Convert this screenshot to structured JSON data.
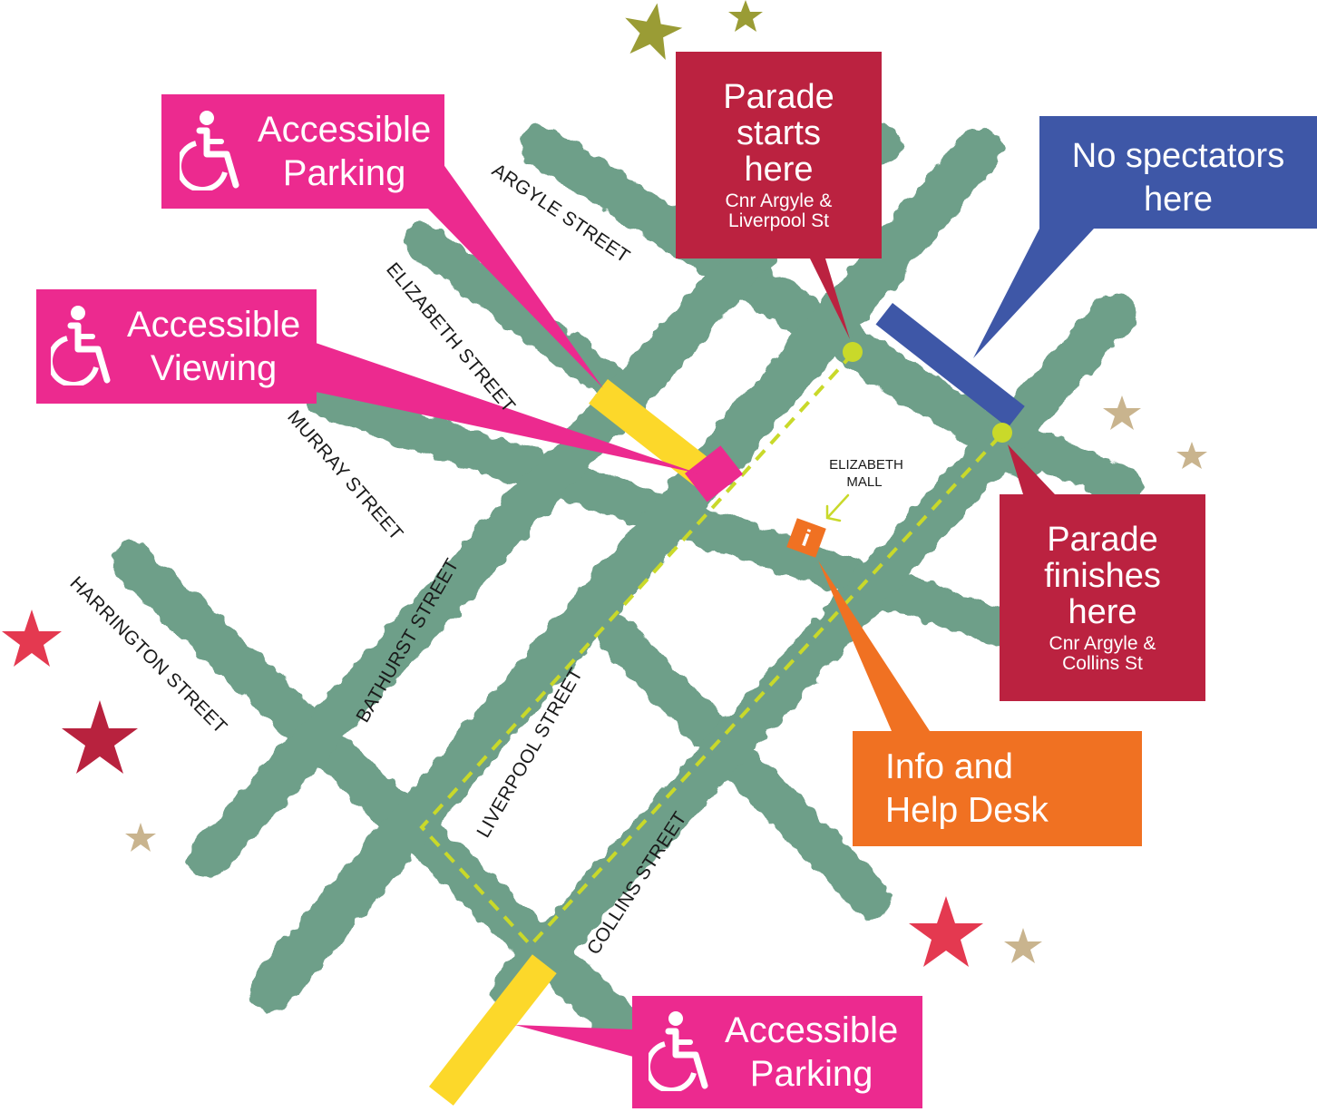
{
  "streets": {
    "argyle": "ARGYLE STREET",
    "elizabeth": "ELIZABETH STREET",
    "murray": "MURRAY STREET",
    "harrington": "HARRINGTON STREET",
    "bathurst": "BATHURST STREET",
    "liverpool": "LIVERPOOL STREET",
    "collins": "COLLINS STREET"
  },
  "elizabeth_mall": {
    "line1": "ELIZABETH",
    "line2": "MALL"
  },
  "info_marker": "i",
  "callouts": {
    "accessible_parking_top": {
      "line1": "Accessible",
      "line2": "Parking",
      "icon": "wheelchair-icon"
    },
    "accessible_viewing": {
      "line1": "Accessible",
      "line2": "Viewing",
      "icon": "wheelchair-icon"
    },
    "accessible_parking_bottom": {
      "line1": "Accessible",
      "line2": "Parking",
      "icon": "wheelchair-icon"
    },
    "parade_start": {
      "line1": "Parade",
      "line2": "starts",
      "line3": "here",
      "sub1": "Cnr Argyle &",
      "sub2": "Liverpool St"
    },
    "parade_finish": {
      "line1": "Parade",
      "line2": "finishes",
      "line3": "here",
      "sub1": "Cnr Argyle &",
      "sub2": "Collins St"
    },
    "no_spectators": {
      "line1": "No spectators",
      "line2": "here"
    },
    "info_desk": {
      "line1": "Info and",
      "line2": "Help Desk"
    }
  },
  "colors": {
    "street": "#6e9f89",
    "route": "#c9d92a",
    "accessible": "#ec2a8f",
    "parade": "#bb2240",
    "no_spectators": "#3e57a7",
    "info": "#f07122",
    "parking_zone": "#fcd82a",
    "star_olive": "#9a9c35",
    "star_tan": "#c9b48e",
    "star_red": "#e43950",
    "star_crimson": "#b8223e"
  }
}
